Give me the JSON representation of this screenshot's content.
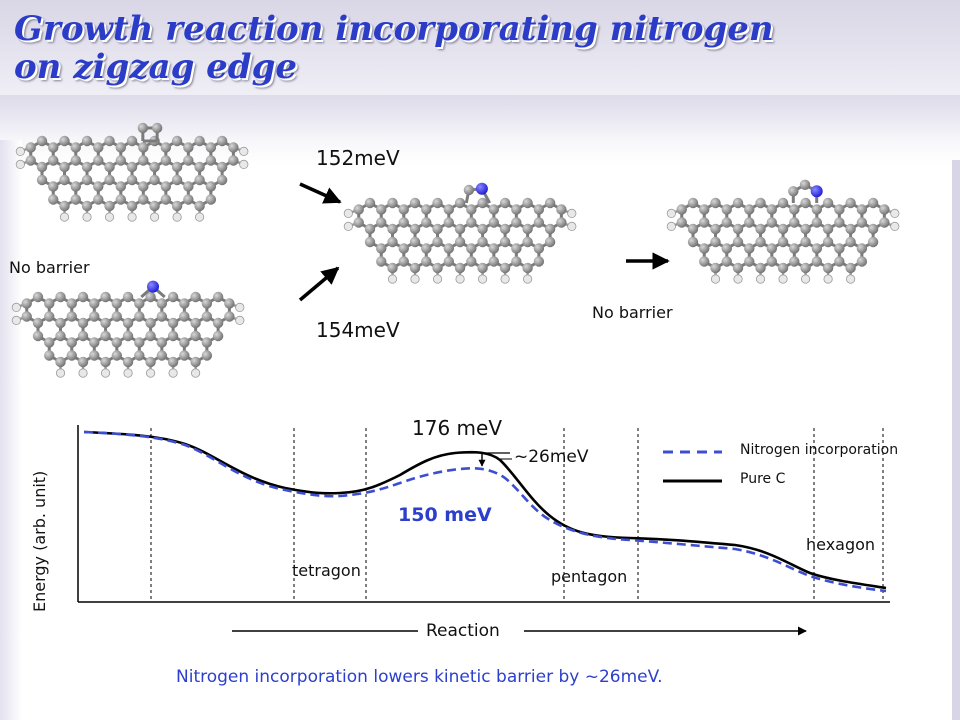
{
  "title": {
    "line1": "Growth reaction incorporating nitrogen",
    "line2": "on zigzag edge"
  },
  "reaction_scheme": {
    "barrier_top_path": "152meV",
    "barrier_bottom_path": "154meV",
    "left_label": "No barrier",
    "right_label": "No barrier"
  },
  "energy_diagram": {
    "ylabel": "Energy (arb. unit)",
    "xlabel": "Reaction",
    "barrier_pure_c": "176 meV",
    "barrier_nitrogen": "150 meV",
    "barrier_difference": "~26meV",
    "stages": [
      "tetragon",
      "pentagon",
      "hexagon"
    ],
    "legend": [
      {
        "name": "Nitrogen incorporation",
        "style": "dashed",
        "color": "#3d4fd1"
      },
      {
        "name": "Pure C",
        "style": "solid",
        "color": "#000000"
      }
    ]
  },
  "conclusion": "Nitrogen incorporation lowers kinetic barrier by ~26meV.",
  "colors": {
    "title": "#2b3cc8",
    "nitrogen_atom": "#1a1ad6",
    "carbon_atom": "#6e6e6e",
    "hydrogen_atom": "#e8e8e8",
    "nitrogen_curve": "#3d4fd1",
    "highlight_text": "#2c3fcc"
  }
}
